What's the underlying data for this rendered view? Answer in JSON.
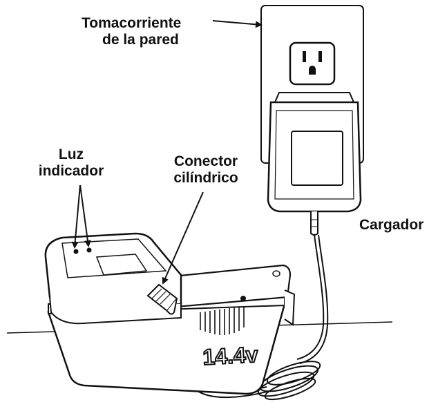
{
  "labels": {
    "wall_outlet": [
      "Tomacorriente",
      "de la pared"
    ],
    "indicator_light": [
      "Luz",
      "indicador"
    ],
    "barrel_connector": [
      "Conector",
      "cilíndrico"
    ],
    "charger": "Cargador"
  },
  "battery": {
    "voltage_label": "14.4v"
  },
  "colors": {
    "line": "#111111",
    "fill": "#ffffff",
    "text": "#111111"
  }
}
